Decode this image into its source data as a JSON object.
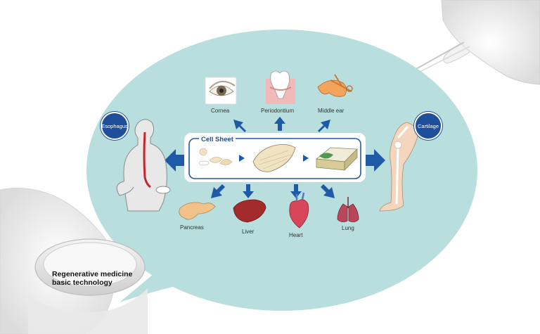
{
  "center_label": "Cell Sheet",
  "organs": {
    "cornea": "Cornea",
    "periodontium": "Periodontium",
    "middle_ear": "Middle ear",
    "esophagus": "Esophagus",
    "cartilage": "Cartilage",
    "pancreas": "Pancreas",
    "liver": "Liver",
    "heart": "Heart",
    "lung": "Lung"
  },
  "caption": {
    "line1": "Regenerative medicine",
    "line2": "basic technology"
  },
  "colors": {
    "bubble": "#b9dede",
    "arrow": "#1f5aa6",
    "badge": "#1f4e9a"
  }
}
